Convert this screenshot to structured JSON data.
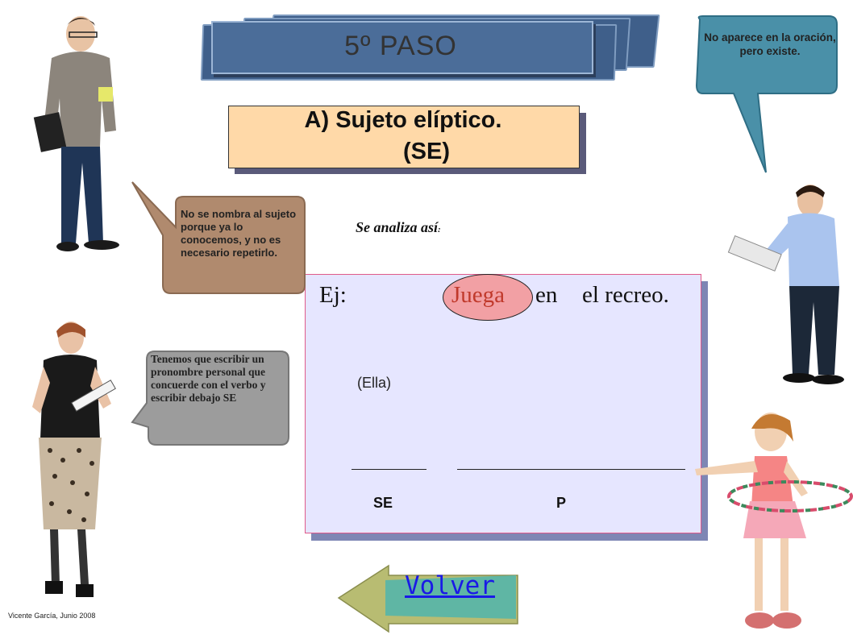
{
  "banner": {
    "title": "5º PASO"
  },
  "subtitle": {
    "line1": "A) Sujeto elíptico.",
    "line2": "(SE)"
  },
  "analysis_note": "Se analiza así",
  "analysis_note_suffix": ":",
  "example": {
    "prefix": "Ej:",
    "verb": "Juega",
    "word2": "en",
    "rest": "el recreo.",
    "pronoun": "(Ella)",
    "label_subject": "SE",
    "label_predicate": "P"
  },
  "bubbles": {
    "top_right": "No aparece en la oración, pero existe.",
    "left_top": "No se nombra al sujeto porque ya lo conocemos, y no es necesario repetirlo.",
    "left_bottom": "Tenemos que escribir un pronombre personal que concuerde con el verbo y escribir debajo SE"
  },
  "nav": {
    "back_label": "Volver"
  },
  "credit": "Vicente García, Junio 2008",
  "colors": {
    "banner": "#4b6d99",
    "subtitle_bg": "#ffd9a8",
    "panel_bg": "#e6e6ff",
    "verb_highlight": "#f2a0a4",
    "bubble_teal": "#4a90a8",
    "bubble_brown": "#b08a6e",
    "bubble_gray": "#9c9c9c"
  }
}
